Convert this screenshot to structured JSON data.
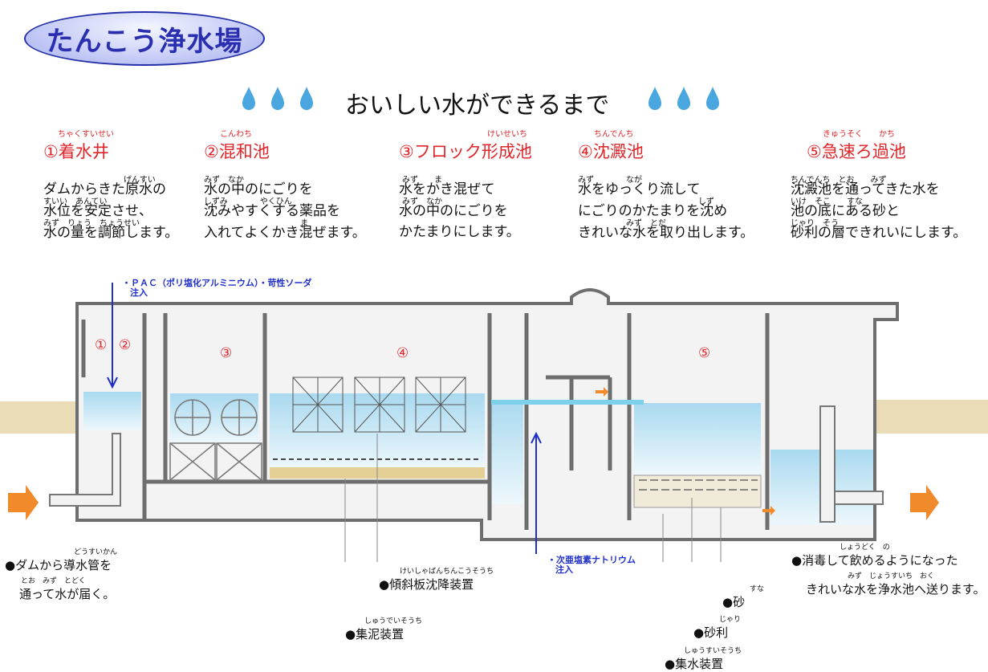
{
  "header": {
    "title": "たんこう浄水場",
    "subtitle": "おいしい水ができるまで"
  },
  "steps": [
    {
      "ruby": "ちゃくすいせい",
      "title": "①着水井",
      "lines": [
        "ダムからきた原水の",
        "水位を安定させ、",
        "水の量を調節します。"
      ],
      "line_ruby": [
        "げんすい",
        "すいい　あんてい",
        "みず　りょう　ちょうせい"
      ]
    },
    {
      "ruby": "こんわち",
      "title": "②混和池",
      "lines": [
        "水の中のにごりを",
        "沈みやすくする薬品を",
        "入れてよくかき混ぜます。"
      ],
      "line_ruby": [
        "みず　なか",
        "しずみ　　　　やくひん",
        "ま"
      ]
    },
    {
      "ruby": "けいせいち",
      "title": "③フロック形成池",
      "lines": [
        "水をかき混ぜて",
        "水の中のにごりを",
        "かたまりにします。"
      ],
      "line_ruby": [
        "みず　　ま",
        "みず　なか",
        ""
      ]
    },
    {
      "ruby": "ちんでんち",
      "title": "④沈澱池",
      "lines": [
        "水をゆっくり流して",
        "にごりのかたまりを沈め",
        "きれいな水を取り出します。"
      ],
      "line_ruby": [
        "みず　　　　なが",
        "しず",
        "みず　とだ"
      ]
    },
    {
      "ruby": "きゅうそく　　かち",
      "title": "⑤急速ろ過池",
      "lines": [
        "沈澱池を通ってきた水を",
        "池の底にある砂と",
        "砂利の層できれいにします。"
      ],
      "line_ruby": [
        "ちんでんち　とお　　みず",
        "いけ　そこ　　すな",
        "じゃり　そう"
      ]
    }
  ],
  "diagram": {
    "zone_numbers": [
      "①",
      "②",
      "③",
      "④",
      "⑤"
    ],
    "notes": {
      "pac_line1": "・ＰＡＣ（ポリ塩化アルミニウム）・苛性ソーダ",
      "pac_line2": "注入",
      "naocl_line1": "・次亜塩素ナトリウム",
      "naocl_line2": "注入"
    },
    "labels": {
      "intake_ruby": "どうすいかん",
      "intake_line1": "●ダムから導水管を",
      "intake_line2_ruby": "とお　みず　とどく",
      "intake_line2": "通って水が届く。",
      "settler_ruby": "けいしゃばんちんこうそうち",
      "settler": "●傾斜板沈降装置",
      "sludge_ruby": "しゅうでいそうち",
      "sludge": "●集泥装置",
      "sand_ruby": "すな",
      "sand": "●砂",
      "gravel_ruby": "じゃり",
      "gravel": "●砂利",
      "collector_ruby": "しゅうすいそうち",
      "collector": "●集水装置",
      "output_ruby": "しょうどく　の",
      "output_line1": "●消毒して飲めるようになった",
      "output_line2_ruby": "みず　じょうすいち　おく",
      "output_line2": "きれいな水を浄水池へ送ります。"
    }
  },
  "colors": {
    "title_text": "#2a2fb0",
    "step_red": "#e0262a",
    "note_blue": "#1f2fc8",
    "water": "#bfe3f3",
    "arrow": "#f08a2a",
    "ground": "#e9dcb7",
    "wall": "#6e6e6e"
  }
}
